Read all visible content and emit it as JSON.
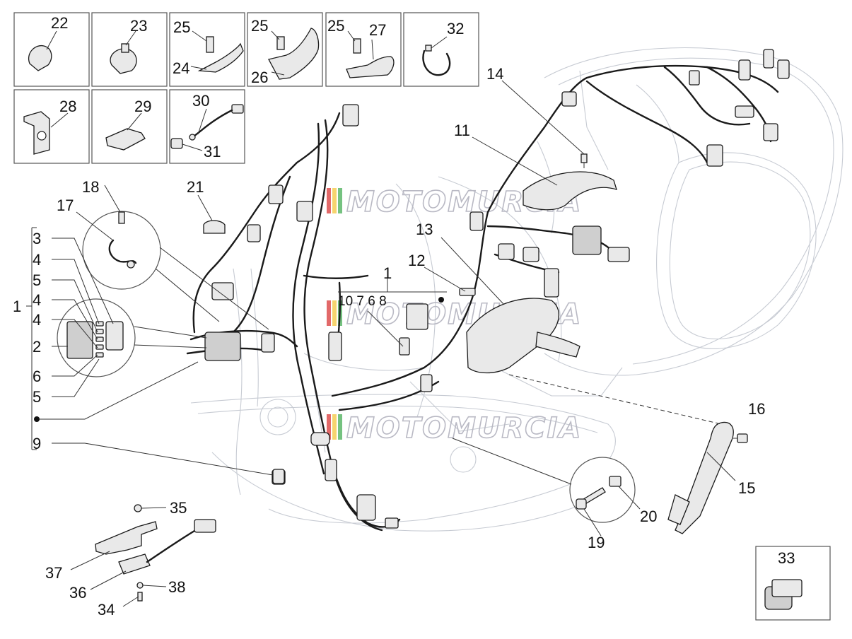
{
  "watermark": {
    "text": "MOTOMURCIA",
    "stripe_colors": [
      "#d62a2a",
      "#f2c230",
      "#3aa84a"
    ]
  },
  "labels": {
    "n1": "1",
    "n2": "2",
    "n3": "3",
    "n4": "4",
    "n5": "5",
    "n6": "6",
    "n9": "9",
    "n11": "11",
    "n12": "12",
    "n13": "13",
    "n14": "14",
    "n15": "15",
    "n16": "16",
    "n17": "17",
    "n18": "18",
    "n19": "19",
    "n20": "20",
    "n21": "21",
    "n22": "22",
    "n23": "23",
    "n24": "24",
    "n25": "25",
    "n26": "26",
    "n27": "27",
    "n28": "28",
    "n29": "29",
    "n30": "30",
    "n31": "31",
    "n32": "32",
    "n33": "33",
    "n34": "34",
    "n35": "35",
    "n36": "36",
    "n37": "37",
    "n38": "38",
    "kit_parts": "10 7 6    8"
  },
  "colors": {
    "line": "#1a1a1a",
    "body_outline": "#c7cbd3",
    "box_border": "#555555"
  }
}
